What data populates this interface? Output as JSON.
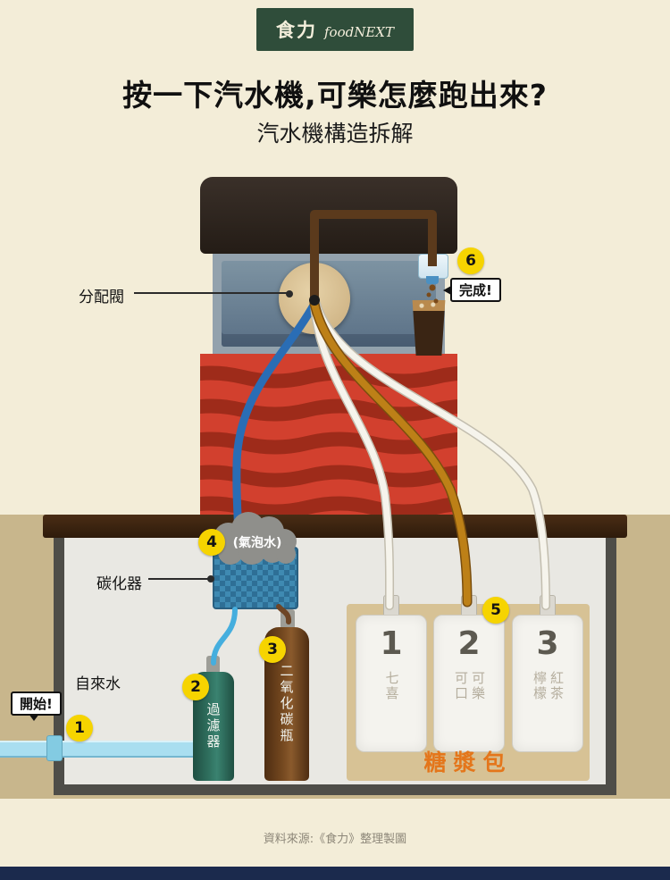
{
  "logo": {
    "zh": "食力",
    "en": "foodNEXT"
  },
  "title": "按一下汽水機,可樂怎麼跑出來?",
  "subtitle": "汽水機構造拆解",
  "labels": {
    "dispenser_valve": "分配閥",
    "done": "完成!",
    "sparkling_water": "(氣泡水)",
    "carbonator": "碳化器",
    "filter": "過濾器",
    "co2_bottle": "二氧化碳瓶",
    "tap_water": "自來水",
    "start": "開始!",
    "syrup_pack": "糖漿包"
  },
  "steps": {
    "s1": "1",
    "s2": "2",
    "s3": "3",
    "s4": "4",
    "s5": "5",
    "s6": "6"
  },
  "syrup_bags": [
    {
      "num": "1",
      "name": "七喜"
    },
    {
      "num": "2",
      "name": "可口可樂"
    },
    {
      "num": "3",
      "name": "檸檬紅茶"
    }
  ],
  "footer": "資料來源:《食力》整理製圖",
  "colors": {
    "badge_yellow": "#f6d400",
    "syrup_orange": "#e4761b",
    "machine_red": "#d2402e",
    "logo_green": "#2f4d3a",
    "bottom_navy": "#1b2a4d",
    "tube_blue": "#2a6db5",
    "tube_amber": "#bd8017"
  }
}
